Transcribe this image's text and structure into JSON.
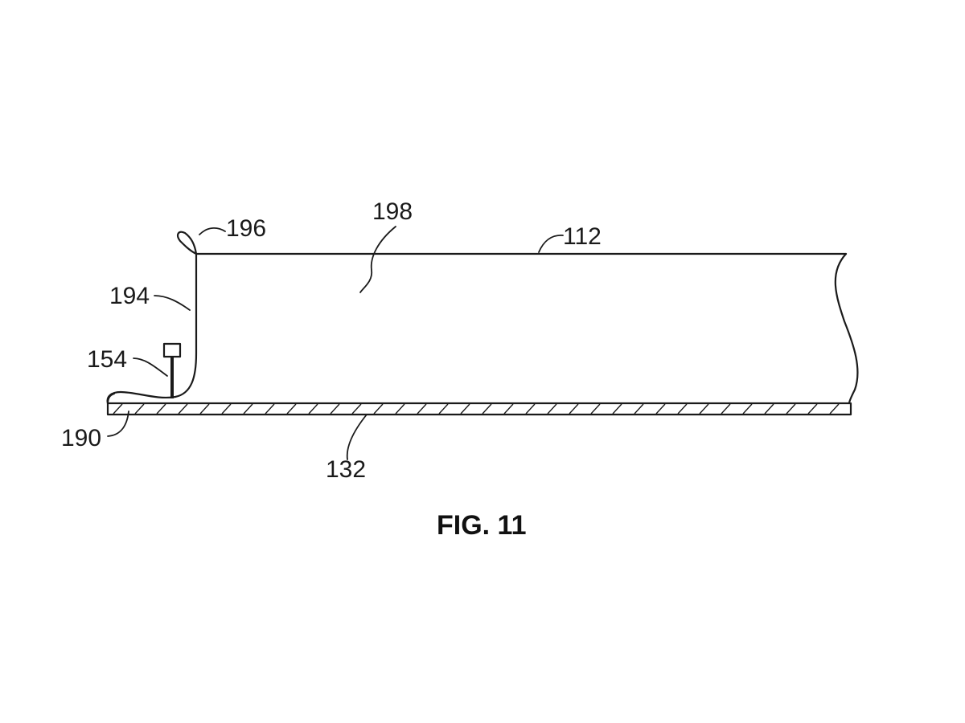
{
  "figure": {
    "caption": "FIG. 11",
    "reference_numerals": {
      "ref_196": "196",
      "ref_198": "198",
      "ref_112": "112",
      "ref_194": "194",
      "ref_154": "154",
      "ref_190": "190",
      "ref_132": "132"
    }
  }
}
